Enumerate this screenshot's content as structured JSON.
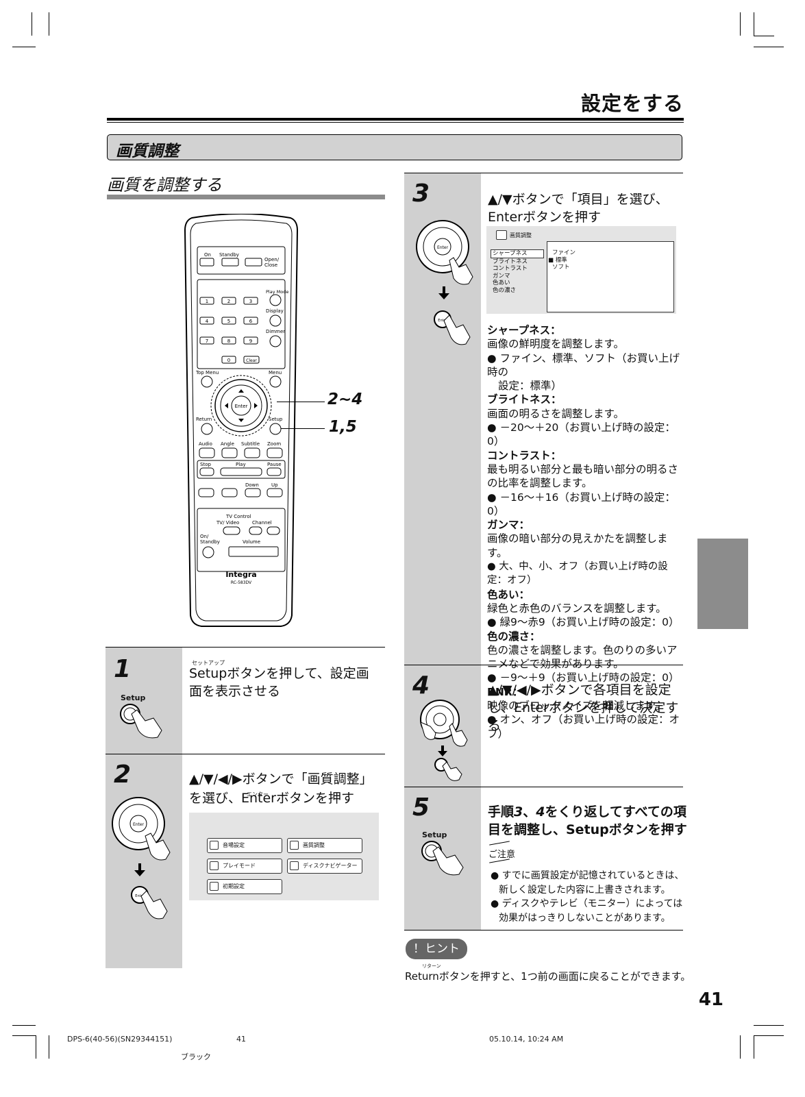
{
  "header": {
    "title": "設定をする"
  },
  "section": {
    "title": "画質調整"
  },
  "subheading": "画質を調整する",
  "remote": {
    "callouts": [
      "2~4",
      "1,5"
    ],
    "labels": {
      "on": "On",
      "standby": "Standby",
      "open_close_1": "Open/",
      "open_close_2": "Close",
      "play_mode": "Play Mode",
      "display": "Display",
      "dimmer": "Dimmer",
      "num1": "1",
      "num2": "2",
      "num3": "3",
      "num4": "4",
      "num5": "5",
      "num6": "6",
      "num7": "7",
      "num8": "8",
      "num9": "9",
      "num0": "0",
      "clear": "Clear",
      "top_menu": "Top Menu",
      "menu": "Menu",
      "enter": "Enter",
      "return": "Return",
      "setup": "Setup",
      "audio": "Audio",
      "angle": "Angle",
      "subtitle": "Subtitle",
      "zoom": "Zoom",
      "stop": "Stop",
      "play": "Play",
      "pause": "Pause",
      "down": "Down",
      "up": "Up",
      "tv_control": "TV Control",
      "tv_video": "TV/ Video",
      "channel": "Channel",
      "on_standby_1": "On/",
      "on_standby_2": "Standby",
      "volume": "Volume",
      "brand": "Integra",
      "model": "RC-583DV"
    }
  },
  "steps": {
    "s1": {
      "num": "1",
      "ruby": "セットアップ",
      "text1": "Setupボタンを押して、設定画",
      "text2": "面を表示させる",
      "icon_label": "Setup"
    },
    "s2": {
      "num": "2",
      "ruby": "エンター",
      "text1": "▲/▼/◀/▶ボタンで「画質調整」",
      "text2": "を選び、Enterボタンを押す",
      "menu": [
        "音場設定",
        "画質調整",
        "プレイモード",
        "ディスクナビゲーター",
        "初期設定"
      ]
    },
    "s3": {
      "num": "3",
      "text1": "▲/▼ボタンで「項目」を選び、",
      "text2": "Enterボタンを押す",
      "screen_title": "画質調整",
      "items": [
        "シャープネス",
        "ブライトネス",
        "コントラスト",
        "ガンマ",
        "色あい",
        "色の濃さ"
      ],
      "options": [
        "ファイン",
        "■ 標準",
        "ソフト"
      ],
      "desc": [
        {
          "t": "シャープネス：",
          "d": "画像の鮮明度を調整します。",
          "b1": "● ファイン、標準、ソフト（お買い上げ時の",
          "b2": "設定：標準）"
        },
        {
          "t": "ブライトネス：",
          "d": "画面の明るさを調整します。",
          "b1": "● －20～＋20（お買い上げ時の設定：0）"
        },
        {
          "t": "コントラスト：",
          "d": "最も明るい部分と最も暗い部分の明るさ",
          "d2": "の比率を調整します。",
          "b1": "● －16～＋16（お買い上げ時の設定：0）"
        },
        {
          "t": "ガンマ：",
          "d": "画像の暗い部分の見えかたを調整します。",
          "b1": "● 大、中、小、オフ（お買い上げ時の設定：オフ）"
        },
        {
          "t": "色あい：",
          "d": "緑色と赤色のバランスを調整します。",
          "b1": "● 緑9～赤9（お買い上げ時の設定：0）"
        },
        {
          "t": "色の濃さ：",
          "d": "色の濃さを調整します。色のりの多いア",
          "d2": "ニメなどで効果があります。",
          "b1": "● －9～＋9（お買い上げ時の設定：0）"
        },
        {
          "t": "BNR：",
          "d": "映像のブロックノイズを軽減します。",
          "b1": "● オン、オフ（お買い上げ時の設定：オフ）"
        }
      ]
    },
    "s4": {
      "num": "4",
      "text1": "▲/▼/◀/▶ボタンで各項目を設定",
      "text2": "し、Enterボタンを押して決定す",
      "text3": "る"
    },
    "s5": {
      "num": "5",
      "text1a": "手順",
      "n3": "3",
      "sep": "、",
      "n4": "4",
      "text1b": "をくり返してすべての項",
      "text2": "目を調整し、Setupボタンを押す",
      "icon_label": "Setup",
      "caution": "ご注意",
      "notes": [
        "● すでに画質設定が記憶されているときは、",
        "新しく設定した内容に上書きされます。",
        "● ディスクやテレビ（モニター）によっては",
        "効果がはっきりしないことがあります。"
      ]
    }
  },
  "hint": {
    "badge": "！ヒント",
    "ruby": "リターン",
    "text": "Returnボタンを押すと、1つ前の画面に戻ることができます。"
  },
  "page_number": "41",
  "footer": {
    "doc": "DPS-6(40-56)(SN29344151)",
    "page": "41",
    "timestamp": "05.10.14, 10:24 AM",
    "color": "ブラック"
  }
}
